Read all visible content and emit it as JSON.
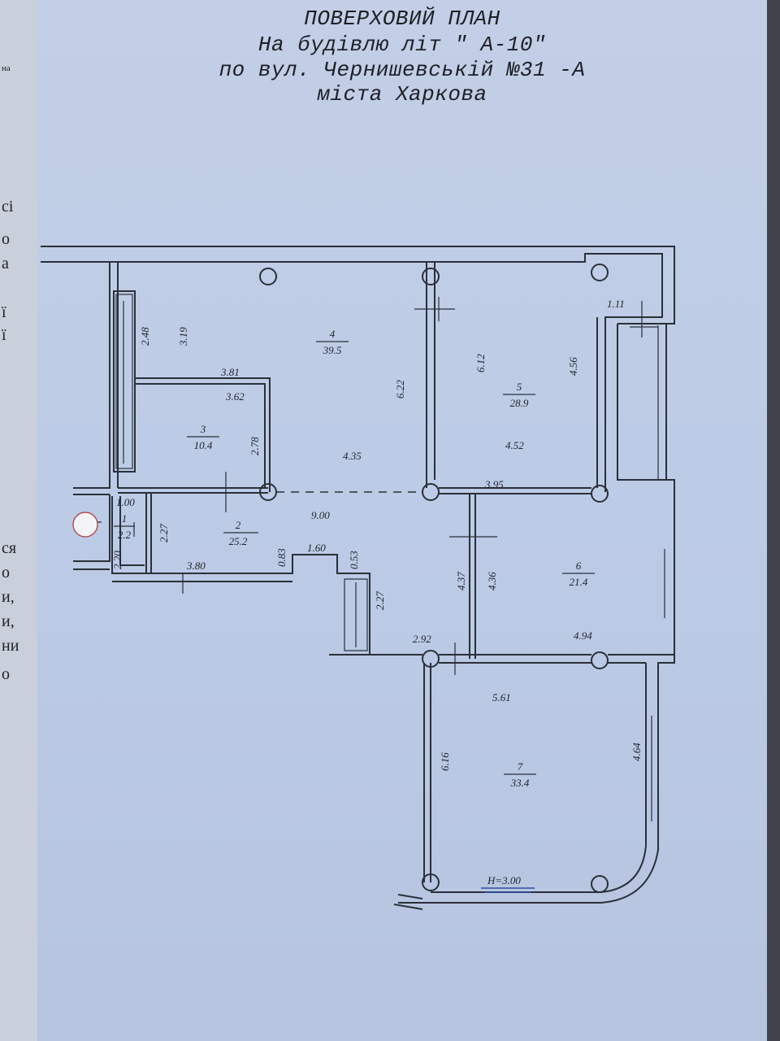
{
  "title": {
    "line1": "ПОВЕРХОВИЙ ПЛАН",
    "line2": "На будівлю літ  \" А-10\"",
    "line3": "по вул. Чернишевській  №31 -А",
    "line4": "міста Харкова"
  },
  "left_page_fragments": [
    "на",
    "сі",
    "о",
    "а",
    "ї",
    "ї",
    "ся",
    "о",
    "и,",
    "и,",
    "ни",
    "о"
  ],
  "rooms": [
    {
      "number": "1",
      "area": "2.2"
    },
    {
      "number": "2",
      "area": "25.2"
    },
    {
      "number": "3",
      "area": "10.4"
    },
    {
      "number": "4",
      "area": "39.5"
    },
    {
      "number": "5",
      "area": "28.9"
    },
    {
      "number": "6",
      "area": "21.4"
    },
    {
      "number": "7",
      "area": "33.4"
    }
  ],
  "dimensions": {
    "d248": "2.48",
    "d319": "3.19",
    "d381": "3.81",
    "d362": "3.62",
    "d278": "2.78",
    "d622": "6.22",
    "d435": "4.35",
    "d612": "6.12",
    "d452": "4.52",
    "d456": "4.56",
    "d111": "1.11",
    "d395": "3.95",
    "d900": "9.00",
    "d100": "1.00",
    "d227a": "2.27",
    "d220": "2.20",
    "d380": "3.80",
    "d083": "0.83",
    "d160": "1.60",
    "d053": "0.53",
    "d227b": "2.27",
    "d437": "4.37",
    "d436": "4.36",
    "d494": "4.94",
    "d292": "2.92",
    "d561": "5.61",
    "d616": "6.16",
    "d464": "4.64"
  },
  "ceiling_height": "H=3.00"
}
